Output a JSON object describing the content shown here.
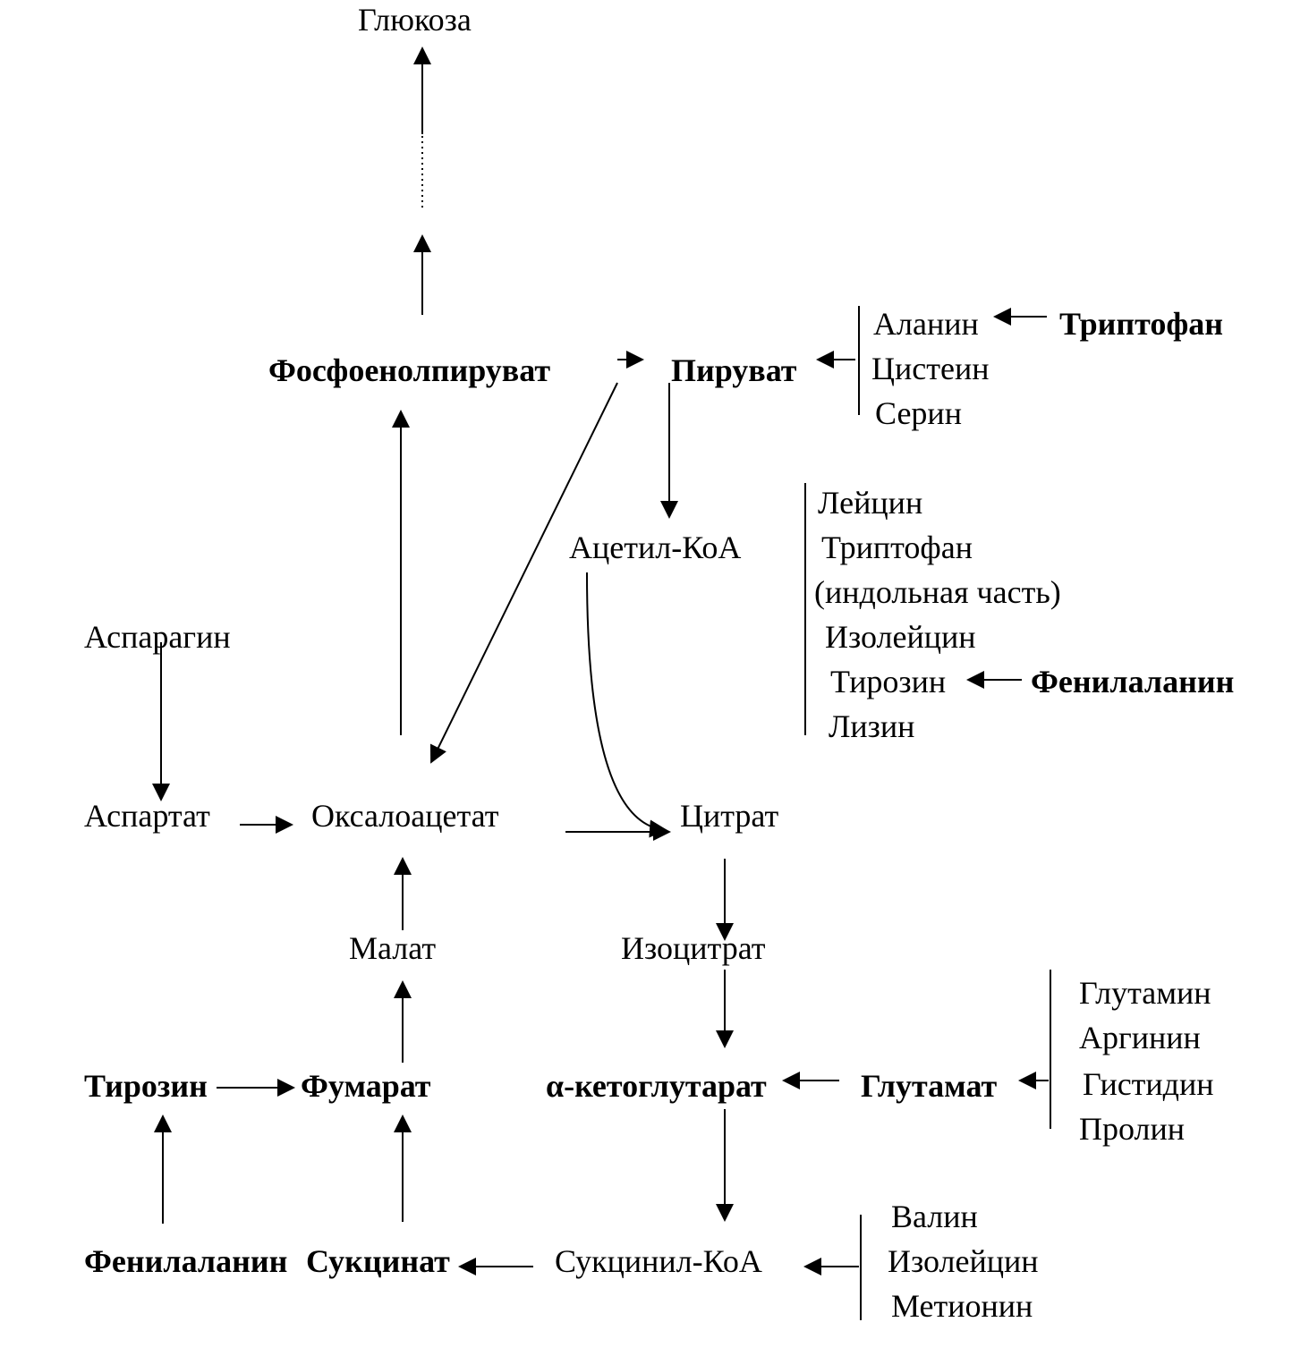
{
  "nodes": {
    "glucose": "Глюкоза",
    "pep": "Фосфоенолпируват",
    "pyruvate": "Пируват",
    "acetyl_coa": "Ацетил-КоА",
    "oxaloacetate": "Оксалоацетат",
    "citrate": "Цитрат",
    "isocitrate": "Изоцитрат",
    "alpha_kg": "α-кетоглутарат",
    "succinyl_coa": "Сукцинил-КоА",
    "succinate": "Сукцинат",
    "fumarate": "Фумарат",
    "malate": "Малат",
    "aspartate": "Аспартат",
    "asparagine": "Аспарагин",
    "tyrosine_left": "Тирозин",
    "phenylalanine_left": "Фенилаланин",
    "glutamate": "Глутамат"
  },
  "groups": {
    "pyruvate_sources": [
      "Аланин",
      "Цистеин",
      "Серин"
    ],
    "alanine_precursor": "Триптофан",
    "acetyl_sources": [
      "Лейцин",
      "Триптофан",
      "(индольная часть)",
      "Изолейцин",
      "Тирозин",
      "Лизин"
    ],
    "tyrosine_precursor": "Фенилаланин",
    "glutamate_sources": [
      "Глутамин",
      "Аргинин",
      "Гистидин",
      "Пролин"
    ],
    "succinyl_sources": [
      "Валин",
      "Изолейцин",
      "Метионин"
    ]
  },
  "colors": {
    "ink": "#000000",
    "background": "#ffffff"
  }
}
